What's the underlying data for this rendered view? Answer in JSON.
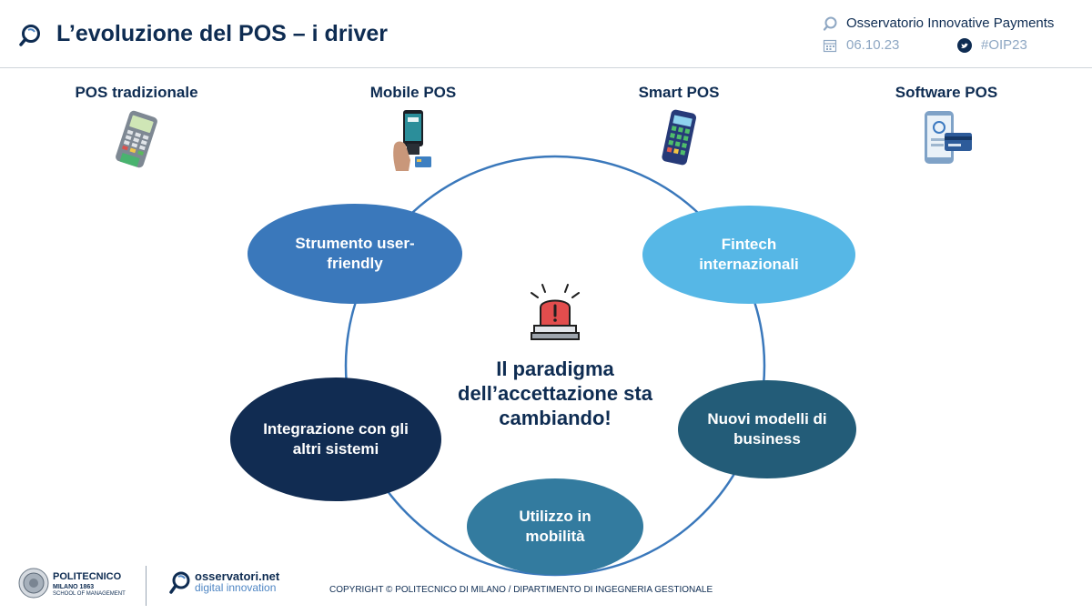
{
  "header": {
    "title": "L’evoluzione del POS – i driver",
    "organization": "Osservatorio Innovative Payments",
    "date": "06.10.23",
    "hashtag": "#OIP23"
  },
  "pos_types": [
    {
      "label": "POS tradizionale",
      "icon": "card-terminal-icon"
    },
    {
      "label": "Mobile POS",
      "icon": "smartphone-reader-icon"
    },
    {
      "label": "Smart POS",
      "icon": "smart-terminal-icon"
    },
    {
      "label": "Software POS",
      "icon": "phone-card-icon"
    }
  ],
  "drivers": [
    {
      "label": "Strumento user-friendly",
      "color": "#3a78bb"
    },
    {
      "label": "Fintech internazionali",
      "color": "#56b7e6"
    },
    {
      "label": "Nuovi modelli di business",
      "color": "#235c78"
    },
    {
      "label": "Utilizzo in mobilità",
      "color": "#337b9f"
    },
    {
      "label": "Integrazione con gli altri sistemi",
      "color": "#112c52"
    }
  ],
  "center": {
    "line1": "Il paradigma",
    "line2": "dell’accettazione sta",
    "line3": "cambiando!",
    "icon": "alarm-siren-icon"
  },
  "footer": {
    "university": "POLITECNICO",
    "city": "MILANO 1863",
    "school": "SCHOOL OF MANAGEMENT",
    "brand_primary": "osservatori.net",
    "brand_secondary": "digital innovation",
    "copyright": "COPYRIGHT © POLITECNICO DI MILANO / DIPARTIMENTO DI INGEGNERIA GESTIONALE"
  },
  "colors": {
    "navy": "#0e2c52",
    "ring": "#3a78bb",
    "muted": "#8ea7c3"
  }
}
